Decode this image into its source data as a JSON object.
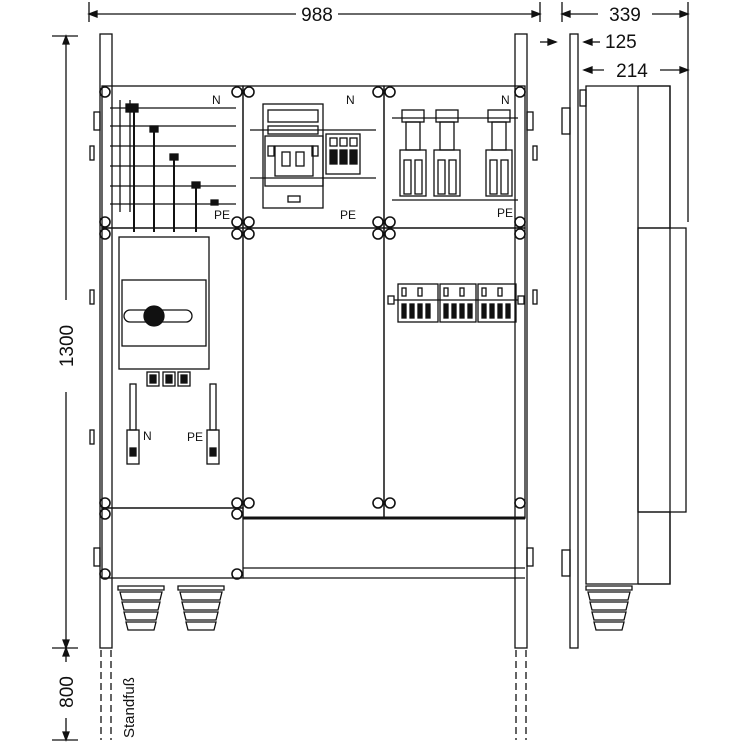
{
  "dimensions": {
    "width_total": "988",
    "depth_total": "339",
    "depth_front": "125",
    "depth_box": "214",
    "height_total": "1300",
    "height_foot": "800"
  },
  "labels": {
    "n_busbar": "N",
    "n_meter": "N",
    "n_fuse": "N",
    "pe_busbar": "PE",
    "pe_meter": "PE",
    "pe_fuse": "PE",
    "n_terminal": "N",
    "pe_terminal": "PE",
    "standfuss": "Standfuß"
  }
}
